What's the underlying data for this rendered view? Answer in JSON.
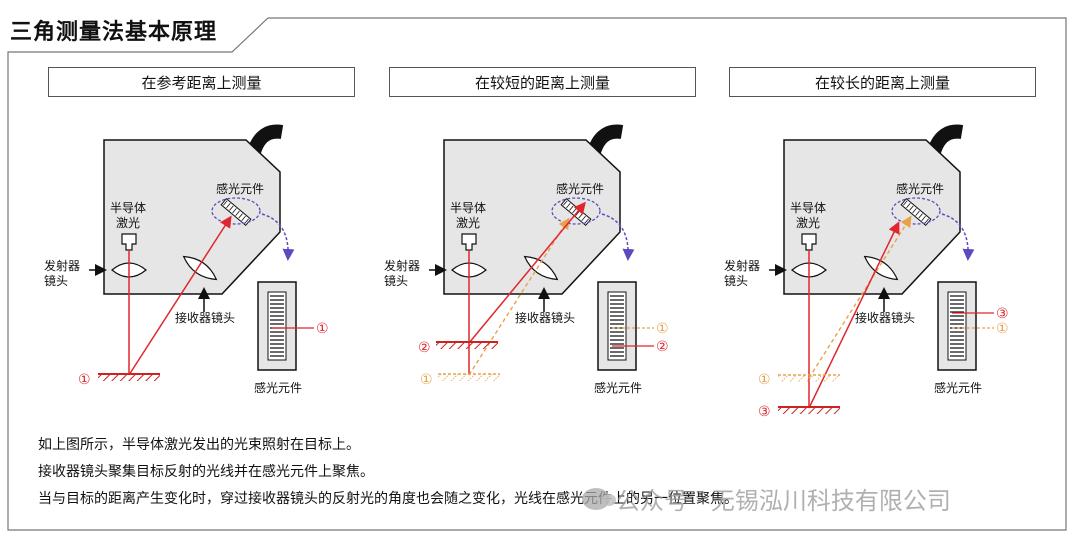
{
  "title": "三角测量法基本原理",
  "panels": [
    {
      "heading": "在参考距离上测量"
    },
    {
      "heading": "在较短的距离上测量"
    },
    {
      "heading": "在较长的距离上测量"
    }
  ],
  "labels": {
    "laser": [
      "半导体",
      "激光"
    ],
    "emitter_lens": [
      "发射器",
      "镜头"
    ],
    "receiver_lens": "接收器镜头",
    "sensor_element": "感光元件"
  },
  "markers": {
    "m1": "①",
    "m2": "②",
    "m3": "③"
  },
  "description": [
    "如上图所示，半导体激光发出的光束照射在目标上。",
    "接收器镜头聚集目标反射的光线并在感光元件上聚焦。",
    "当与目标的距离产生变化时，穿过接收器镜头的反射光的角度也会随之变化，光线在感光元件上的另一位置聚焦。"
  ],
  "watermark": "公众号 · 无锡泓川科技有限公司",
  "colors": {
    "laser_beam": "#e0262e",
    "reference_beam": "#e8a24a",
    "shift_arrow": "#6a5acd",
    "sensor_body": "#e6e6e6"
  }
}
